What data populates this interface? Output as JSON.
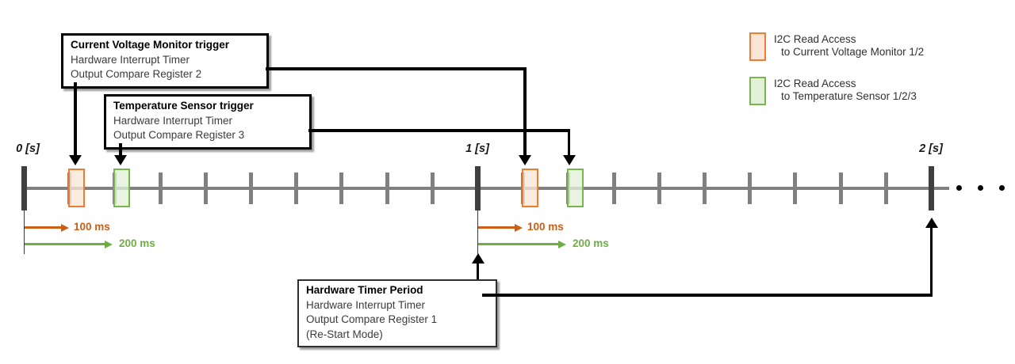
{
  "colors": {
    "cvm_box_border": "#ED7D31",
    "cvm_box_fill": "#FBE5D6",
    "temp_box_border": "#76B64B",
    "temp_box_fill": "#E2EFD9",
    "interval_orange": "#CC5E16",
    "interval_green": "#6FAE44",
    "timeline_gray": "#808080",
    "major_tick_dark": "#3F3F3F"
  },
  "callouts": [
    {
      "title": "Current Voltage Monitor trigger",
      "lines": [
        "Hardware Interrupt Timer",
        "Output Compare Register 2"
      ]
    },
    {
      "title": "Temperature Sensor trigger",
      "lines": [
        "Hardware Interrupt Timer",
        "Output Compare Register 3"
      ]
    },
    {
      "title": "Hardware Timer Period",
      "lines": [
        "Hardware Interrupt Timer",
        "Output Compare Register 1",
        "(Re-Start Mode)"
      ]
    }
  ],
  "legend": {
    "items": [
      {
        "swatch": "cvm",
        "line1": "I2C Read Access",
        "line2": "to Current Voltage Monitor 1/2"
      },
      {
        "swatch": "temp",
        "line1": "I2C Read Access",
        "line2": "to Temperature Sensor 1/2/3"
      }
    ]
  },
  "timeline": {
    "range_s": [
      0,
      2
    ],
    "minor_tick_ms": 100,
    "labels": [
      {
        "text": "0 [s]",
        "s": 0
      },
      {
        "text": "1 [s]",
        "s": 1
      },
      {
        "text": "2 [s]",
        "s": 2
      }
    ],
    "read_access_events": [
      {
        "target": "current-voltage-monitor",
        "at_s": 0.1
      },
      {
        "target": "temperature-sensor",
        "at_s": 0.2
      },
      {
        "target": "current-voltage-monitor",
        "at_s": 1.1
      },
      {
        "target": "temperature-sensor",
        "at_s": 1.2
      }
    ],
    "continuation_dots": 3
  },
  "intervals": [
    {
      "label": "100 ms",
      "color": "orange",
      "from_s": 0,
      "to_s": 0.1
    },
    {
      "label": "200 ms",
      "color": "green",
      "from_s": 0,
      "to_s": 0.2
    },
    {
      "label": "100 ms",
      "color": "orange",
      "from_s": 1,
      "to_s": 1.1
    },
    {
      "label": "200 ms",
      "color": "green",
      "from_s": 1,
      "to_s": 1.2
    }
  ]
}
